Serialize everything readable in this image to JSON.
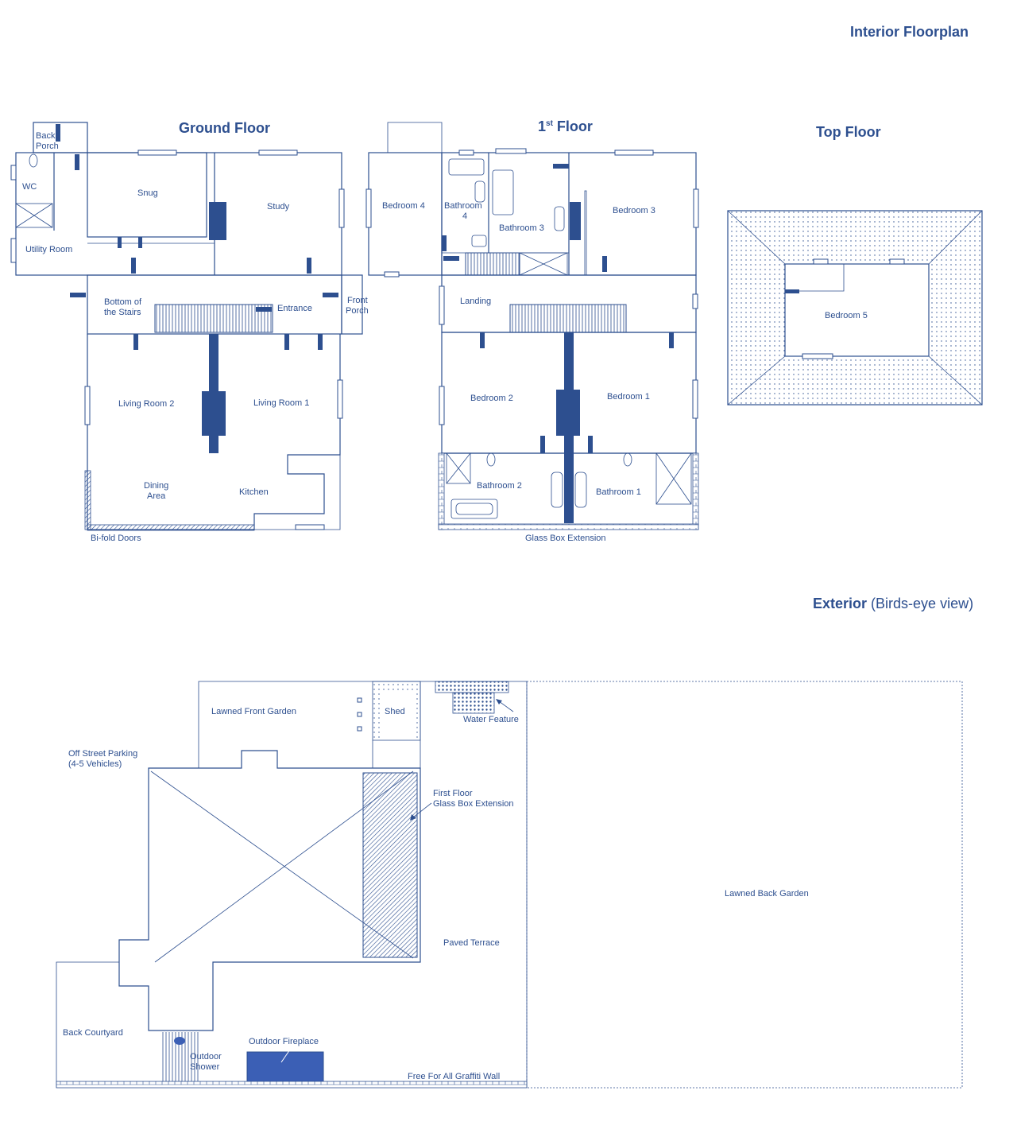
{
  "titles": {
    "main": "Interior Floorplan",
    "ground": "Ground Floor",
    "first_prefix": "1",
    "first_sup": "st",
    "first_suffix": " Floor",
    "top": "Top Floor",
    "exterior": "Exterior",
    "exterior_note": "(Birds-eye view)"
  },
  "ground_floor": {
    "back_porch": [
      "Back",
      "Porch"
    ],
    "wc": "WC",
    "utility_room": "Utility Room",
    "snug": "Snug",
    "study": "Study",
    "bottom_stairs": [
      "Bottom of",
      "the Stairs"
    ],
    "entrance": "Entrance",
    "front_porch": [
      "Front",
      "Porch"
    ],
    "living_room_2": "Living Room 2",
    "living_room_1": "Living Room 1",
    "dining_area": [
      "Dining",
      "Area"
    ],
    "kitchen": "Kitchen",
    "bifold_doors": "Bi-fold Doors"
  },
  "first_floor": {
    "bedroom_4": "Bedroom 4",
    "bathroom_4": [
      "Bathroom",
      "4"
    ],
    "bathroom_3": "Bathroom 3",
    "bedroom_3": "Bedroom 3",
    "landing": "Landing",
    "bedroom_2": "Bedroom 2",
    "bedroom_1": "Bedroom 1",
    "bathroom_2": "Bathroom 2",
    "bathroom_1": "Bathroom 1",
    "glass_box": "Glass Box Extension"
  },
  "top_floor": {
    "bedroom_5": "Bedroom 5"
  },
  "exterior": {
    "lawned_front_garden": "Lawned Front Garden",
    "shed": "Shed",
    "water_feature": "Water Feature",
    "parking": [
      "Off Street Parking",
      "(4-5 Vehicles)"
    ],
    "glass_box": [
      "First Floor",
      "Glass Box Extension"
    ],
    "paved_terrace": "Paved Terrace",
    "back_courtyard": "Back Courtyard",
    "outdoor_shower": [
      "Outdoor",
      "Shower"
    ],
    "outdoor_fireplace": "Outdoor Fireplace",
    "graffiti_wall": "Free For All Graffiti Wall",
    "lawned_back_garden": "Lawned Back Garden"
  },
  "colors": {
    "line": "#2d4f8f",
    "fireplace": "#3b5fb5",
    "background": "#ffffff"
  }
}
